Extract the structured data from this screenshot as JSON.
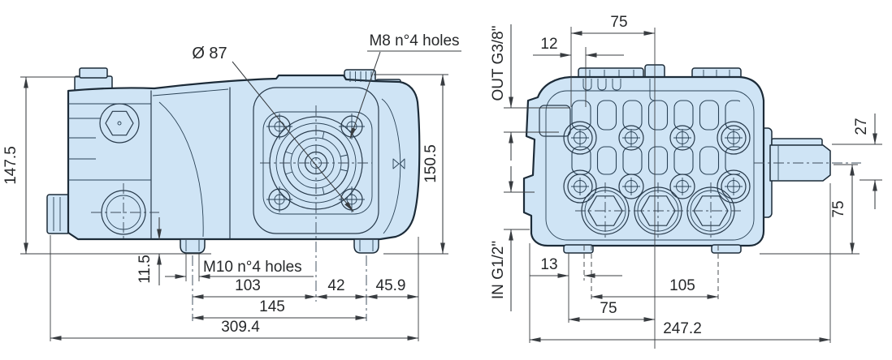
{
  "drawing_type": "pump dimensional drawing",
  "colors": {
    "background": "#ffffff",
    "body_fill": "#cfe4f5",
    "outline": "#1c2b38",
    "dimension_lines": "#383c40",
    "text": "#26282a"
  },
  "side_view": {
    "callouts": {
      "bolt_circle_diameter": "Ø 87",
      "flange_holes": "M8 n°4 holes",
      "foot_holes": "M10 n°4 holes"
    },
    "dimensions": {
      "overall_height": "147.5",
      "height_over_flange": "150.5",
      "foot_height": "11.5",
      "foot_to_flange_center": "103",
      "flange_center_to_rear_foot": "42",
      "rear_foot_to_end": "45.9",
      "foot_spacing": "145",
      "overall_length": "309.4"
    }
  },
  "front_view": {
    "ports": {
      "outlet": "OUT G3/8\"",
      "inlet": "IN G1/2\""
    },
    "dimensions": {
      "outlet_to_center": "75",
      "outlet_offset": "12",
      "shaft_end_length": "27",
      "shaft_center_to_base": "75",
      "inlet_offset": "13",
      "head_plug_spacing": "105",
      "inlet_to_center": "75",
      "overall_width": "247.2"
    }
  }
}
